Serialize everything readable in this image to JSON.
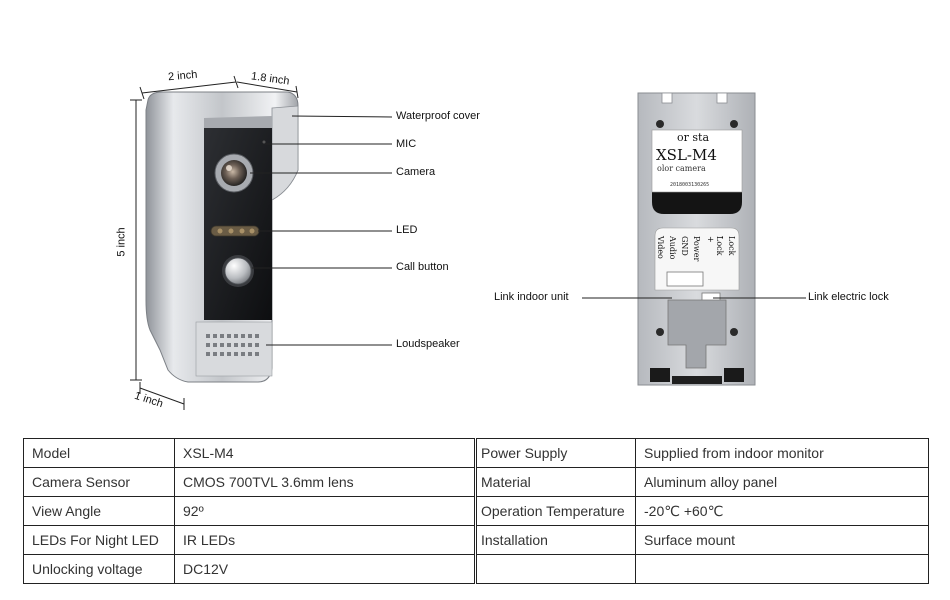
{
  "dimensions": {
    "width_top": "2 inch",
    "depth_top": "1.8 inch",
    "height": "5 inch",
    "depth_bottom": "1 inch"
  },
  "front_callouts": {
    "waterproof_cover": "Waterproof cover",
    "mic": "MIC",
    "camera": "Camera",
    "led": "LED",
    "call_button": "Call button",
    "loudspeaker": "Loudspeaker"
  },
  "back_callouts": {
    "link_indoor_unit": "Link indoor unit",
    "link_electric_lock": "Link electric lock"
  },
  "back_label": {
    "top_text": "or sta",
    "model": "XSL-M4",
    "sub": "olor camera",
    "serial": "2018003130265",
    "terminals_left": [
      "Video",
      "Audio",
      "GND",
      "Power"
    ],
    "terminals_right": [
      "Lock +",
      "Lock -"
    ]
  },
  "specs_left": [
    {
      "key": "Model",
      "value": "XSL-M4"
    },
    {
      "key": "Camera Sensor",
      "value": "CMOS 700TVL 3.6mm lens"
    },
    {
      "key": "View Angle",
      "value": "92º"
    },
    {
      "key": "LEDs For Night LED",
      "value": "IR LEDs"
    },
    {
      "key": "Unlocking voltage",
      "value": "DC12V"
    }
  ],
  "specs_right": [
    {
      "key": "Power Supply",
      "value": "Supplied from indoor monitor"
    },
    {
      "key": "Material",
      "value": "Aluminum alloy panel"
    },
    {
      "key": "Operation Temperature",
      "value": "-20℃ +60℃"
    },
    {
      "key": "Installation",
      "value": "Surface mount"
    },
    {
      "key": "",
      "value": ""
    }
  ]
}
